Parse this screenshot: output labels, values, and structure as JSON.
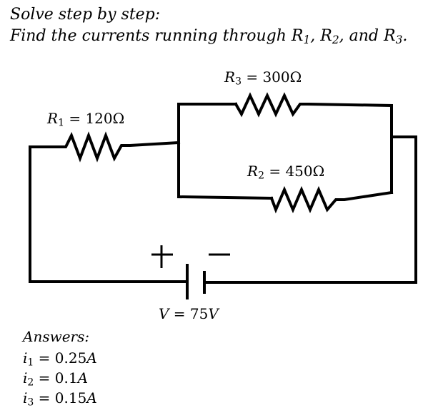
{
  "problem": {
    "line1": "Solve step by step:",
    "line2_prefix": "Find the currents running through ",
    "r1": "R",
    "r1_sub": "1",
    "sep1": ", ",
    "r2": "R",
    "r2_sub": "2",
    "sep2": ", and ",
    "r3": "R",
    "r3_sub": "3",
    "end": "."
  },
  "labels": {
    "r1": {
      "sym": "R",
      "sub": "1",
      "value": " = 120Ω"
    },
    "r2": {
      "sym": "R",
      "sub": "2",
      "value": " = 450Ω"
    },
    "r3": {
      "sym": "R",
      "sub": "3",
      "value": " = 300Ω"
    },
    "voltage": {
      "sym": "V",
      "eq": " = 75",
      "unit": "V"
    },
    "plus": "+",
    "minus": "−"
  },
  "answers": {
    "title": "Answers:",
    "items": [
      {
        "sym": "i",
        "sub": "1",
        "eq": " = 0.25",
        "unit": "A"
      },
      {
        "sym": "i",
        "sub": "2",
        "eq": " = 0.1",
        "unit": "A"
      },
      {
        "sym": "i",
        "sub": "3",
        "eq": " = 0.15",
        "unit": "A"
      }
    ]
  }
}
